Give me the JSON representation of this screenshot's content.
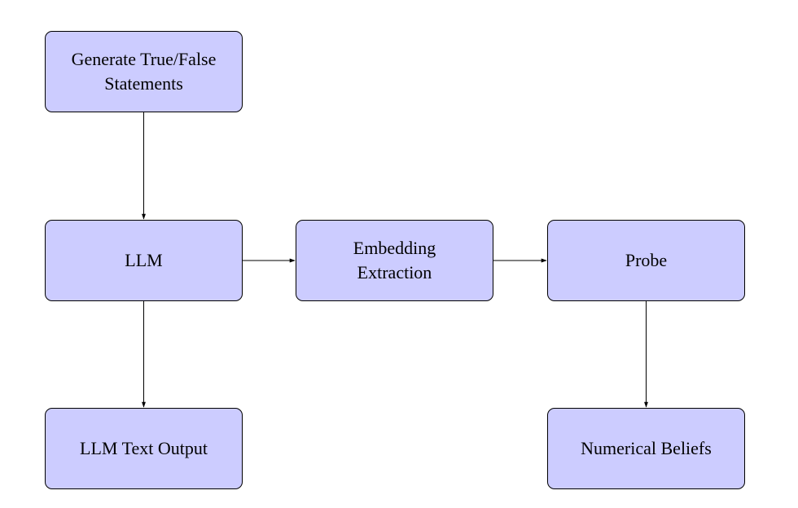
{
  "nodes": {
    "generate": "Generate True/False\nStatements",
    "llm": "LLM",
    "embedding": "Embedding\nExtraction",
    "probe": "Probe",
    "llm_output": "LLM Text Output",
    "beliefs": "Numerical Beliefs"
  },
  "edges": [
    {
      "from": "Generate True/False Statements",
      "to": "LLM"
    },
    {
      "from": "LLM",
      "to": "Embedding Extraction"
    },
    {
      "from": "Embedding Extraction",
      "to": "Probe"
    },
    {
      "from": "LLM",
      "to": "LLM Text Output"
    },
    {
      "from": "Probe",
      "to": "Numerical Beliefs"
    }
  ],
  "colors": {
    "node_fill": "#ccccff",
    "node_border": "#000000",
    "edge": "#000000"
  }
}
